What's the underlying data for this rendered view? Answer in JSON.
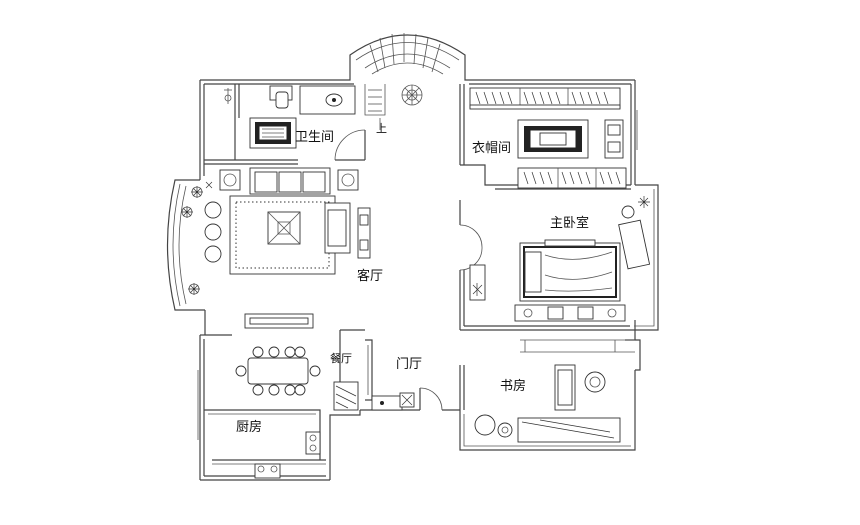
{
  "plan": {
    "rooms": {
      "bathroom": "卫生间",
      "cloakroom": "衣帽间",
      "living": "客厅",
      "master_bedroom": "主卧室",
      "foyer": "门厅",
      "dining": "餐厅",
      "study": "书房",
      "kitchen": "厨房"
    },
    "stair_mark": "上"
  }
}
